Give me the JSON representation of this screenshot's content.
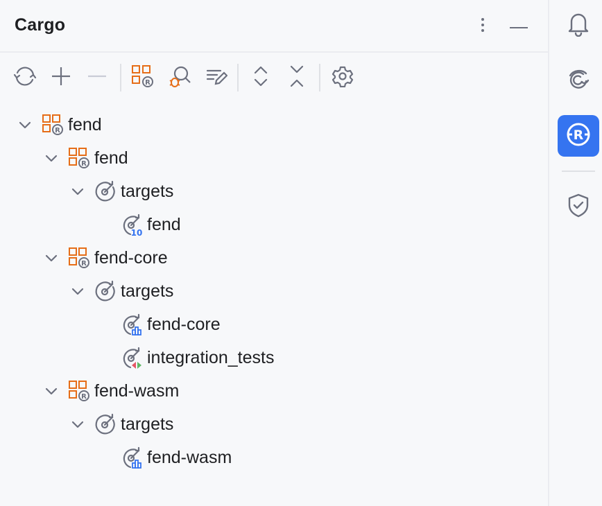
{
  "panel": {
    "title": "Cargo"
  },
  "header_actions": [
    {
      "icon": "more-vertical-icon"
    },
    {
      "icon": "minimize-icon"
    }
  ],
  "toolbar": [
    {
      "icon": "refresh-icon"
    },
    {
      "icon": "add-icon"
    },
    {
      "icon": "remove-icon",
      "disabled": true
    },
    {
      "icon": "cargo-project-icon"
    },
    {
      "icon": "debug-search-icon"
    },
    {
      "icon": "edit-settings-icon"
    },
    {
      "icon": "expand-all-icon"
    },
    {
      "icon": "collapse-all-icon"
    },
    {
      "icon": "settings-gear-icon"
    }
  ],
  "tree": [
    {
      "label": "fend",
      "type": "workspace",
      "level": 0,
      "expanded": true
    },
    {
      "label": "fend",
      "type": "package",
      "level": 1,
      "expanded": true
    },
    {
      "label": "targets",
      "type": "targets",
      "level": 2,
      "expanded": true
    },
    {
      "label": "fend",
      "type": "bin-target",
      "level": 3
    },
    {
      "label": "fend-core",
      "type": "package",
      "level": 1,
      "expanded": true
    },
    {
      "label": "targets",
      "type": "targets",
      "level": 2,
      "expanded": true
    },
    {
      "label": "fend-core",
      "type": "lib-target",
      "level": 3
    },
    {
      "label": "integration_tests",
      "type": "test-target",
      "level": 3
    },
    {
      "label": "fend-wasm",
      "type": "package",
      "level": 1,
      "expanded": true
    },
    {
      "label": "targets",
      "type": "targets",
      "level": 2,
      "expanded": true
    },
    {
      "label": "fend-wasm",
      "type": "lib-target",
      "level": 3
    }
  ],
  "sidebar": [
    {
      "icon": "notifications-bell-icon",
      "active": false
    },
    {
      "icon": "ai-assistant-icon",
      "active": false
    },
    {
      "icon": "rust-cargo-icon",
      "active": true
    },
    {
      "icon": "security-shield-icon",
      "active": false
    }
  ],
  "colors": {
    "accent": "#3574f0",
    "cargo_orange": "#e66d17",
    "icon_gray": "#6c707e",
    "text": "#1e1f22",
    "background": "#f7f8fa"
  }
}
